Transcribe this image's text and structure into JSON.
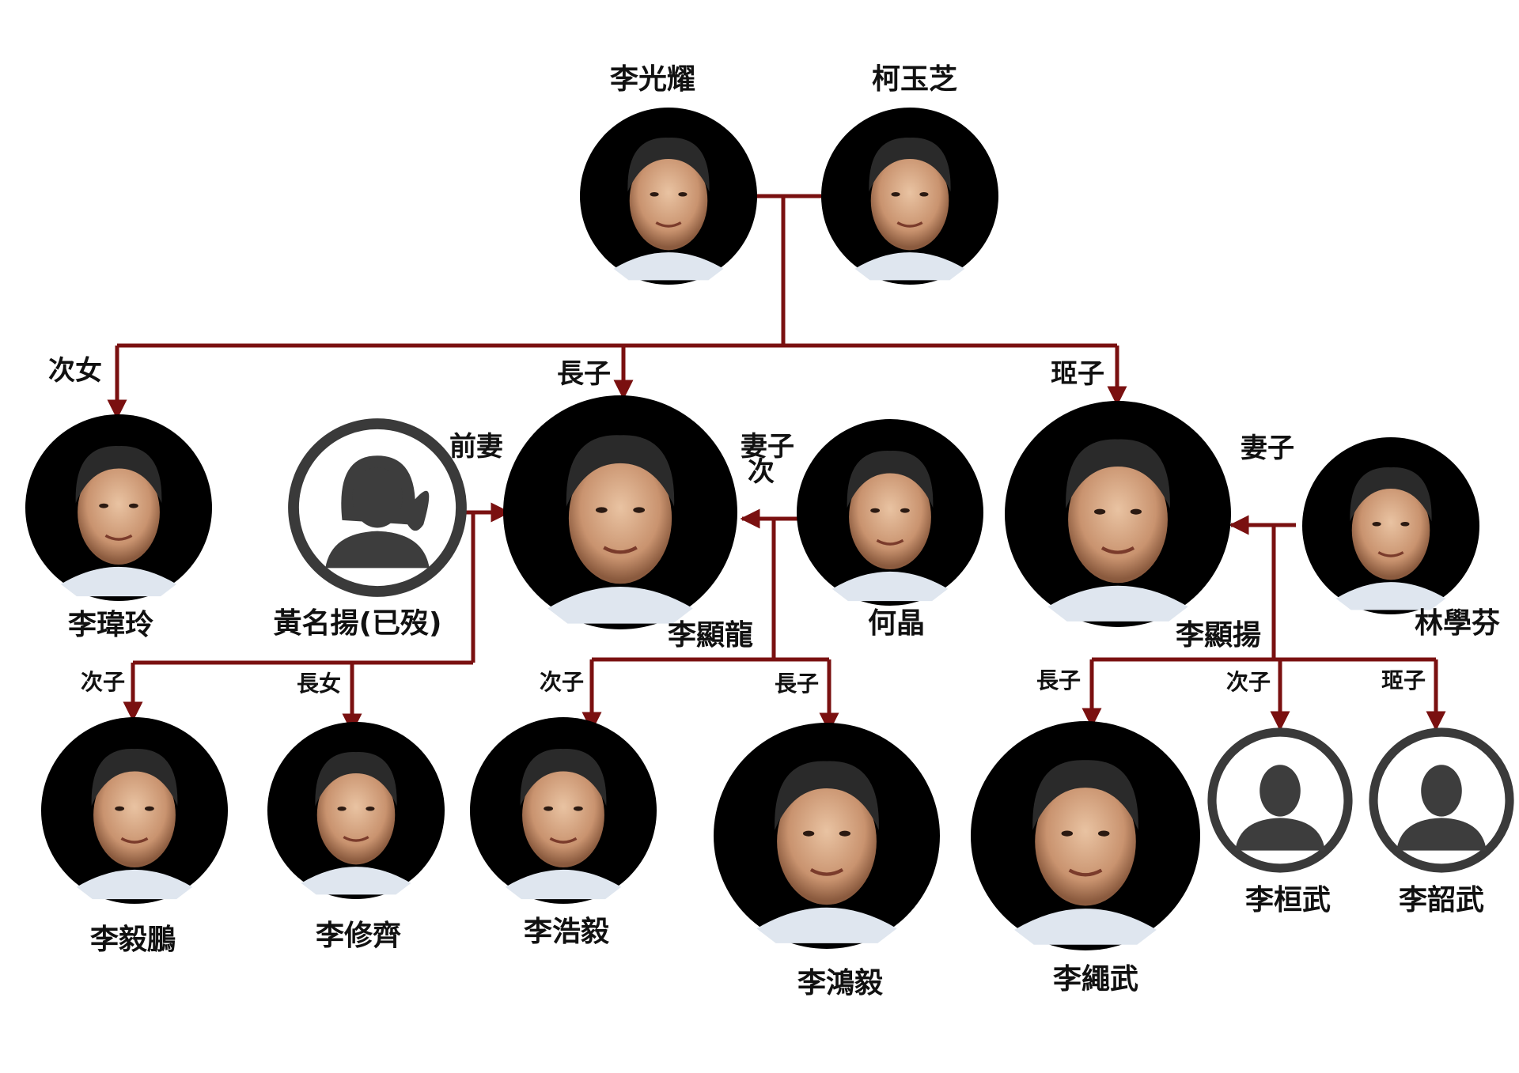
{
  "colors": {
    "line": "#7a1010",
    "photo_bg": "#000000",
    "placeholder_bg": "#ffffff",
    "placeholder_ring": "#3a3a3a",
    "silhouette": "#3d3d3d",
    "text": "#111111"
  },
  "people": {
    "lky": {
      "name": "李光耀",
      "icon": "photo-portrait"
    },
    "kgc": {
      "name": "柯玉芝",
      "icon": "photo-portrait"
    },
    "lwl": {
      "name": "李瑋玲",
      "icon": "photo-portrait"
    },
    "wmy": {
      "name": "黃名揚(已歿)",
      "icon": "female-silhouette"
    },
    "lhl": {
      "name": "李顯龍",
      "icon": "photo-portrait"
    },
    "hc": {
      "name": "何晶",
      "icon": "photo-portrait"
    },
    "lhy": {
      "name": "李顯揚",
      "icon": "photo-portrait"
    },
    "lsf": {
      "name": "林學芬",
      "icon": "photo-portrait"
    },
    "lyp": {
      "name": "李毅鵬",
      "icon": "photo-portrait"
    },
    "lxq": {
      "name": "李修齊",
      "icon": "photo-portrait"
    },
    "lhy2": {
      "name": "李浩毅",
      "icon": "photo-portrait"
    },
    "lhongyi": {
      "name": "李鴻毅",
      "icon": "photo-portrait"
    },
    "lsw": {
      "name": "李繩武",
      "icon": "photo-portrait"
    },
    "lhw": {
      "name": "李桓武",
      "icon": "male-silhouette"
    },
    "lshw": {
      "name": "李韶武",
      "icon": "male-silhouette"
    }
  },
  "relations": {
    "lwl": "次女",
    "lhl": "長子",
    "lhy": "㺿子",
    "wmy_spouse": "前妻",
    "hc_spouse_1": "妻子",
    "hc_spouse_2": "次",
    "lsf_spouse": "妻子",
    "lyp": "次子",
    "lxq": "長女",
    "lhy2": "次子",
    "lhongyi": "長子",
    "lsw": "長子",
    "lhw": "次子",
    "lshw": "㺿子"
  }
}
